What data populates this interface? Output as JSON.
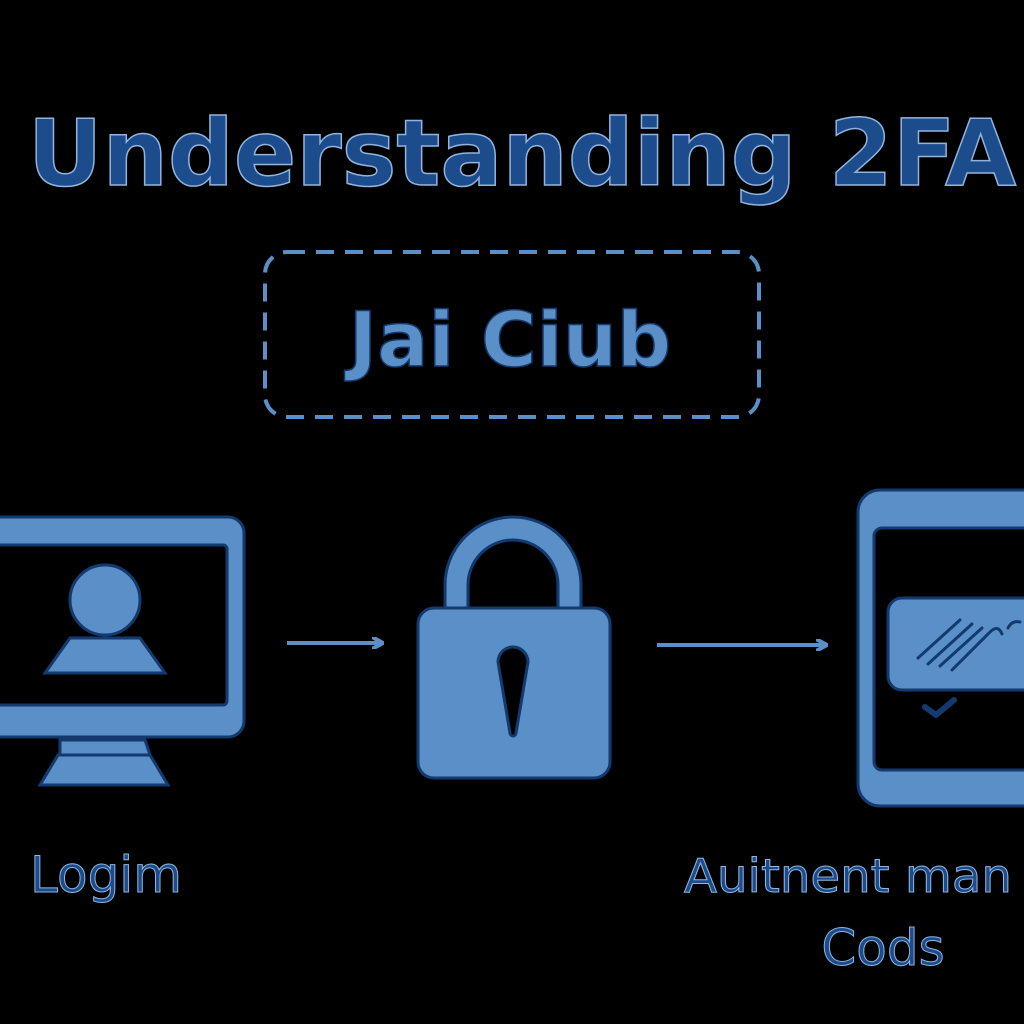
{
  "title": "Understanding 2FA",
  "badge": {
    "text": "Jai Ciub"
  },
  "steps": [
    {
      "label": "Logim",
      "icon": "monitor-user-icon"
    },
    {
      "label": "",
      "icon": "padlock-icon"
    },
    {
      "label_line1": "Auitnent man",
      "label_line2": "Cods",
      "icon": "phone-code-icon"
    }
  ],
  "colors": {
    "background": "#000000",
    "fill": "#5b8fc7",
    "outline": "#123a6e",
    "title": "#1d4c8c"
  }
}
